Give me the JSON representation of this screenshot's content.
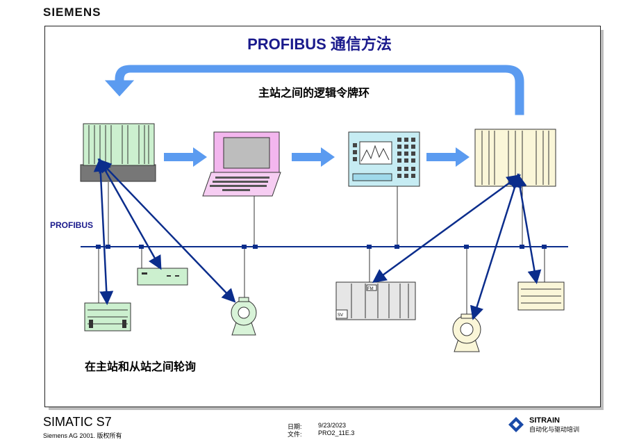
{
  "header": {
    "brand": "SIEMENS"
  },
  "slide": {
    "title": "PROFIBUS 通信方法",
    "ring_label": "主站之间的逻辑令牌环",
    "bus_label": "PROFIBUS",
    "poll_label": "在主站和从站之间轮询"
  },
  "devices": {
    "masters": [
      "plc-rack-master",
      "laptop-master",
      "operator-panel-master",
      "plc-rack-master-2"
    ],
    "slaves": [
      "io-module-slave",
      "small-io-slave",
      "motor-drive-slave",
      "s7-rack-slave",
      "motor-drive-slave-2",
      "io-module-slave-2"
    ]
  },
  "panel_labels": {
    "slave_rack_sv": "SV",
    "slave_rack_fm": "FM"
  },
  "colors": {
    "title": "#1a1a8c",
    "arrow_fill": "#5b9bf0",
    "link_line": "#0b2d8c",
    "bus_line": "#0b2d8c"
  },
  "footer": {
    "product": "SIMATIC S7",
    "copyright": "Siemens AG 2001. 版权所有",
    "date_label": "日期:",
    "date_value": "9/23/2023",
    "file_label": "文件:",
    "file_value": "PRO2_11E.3",
    "sitrain_name": "SITRAIN",
    "sitrain_sub": "自动化与驱动培训"
  }
}
